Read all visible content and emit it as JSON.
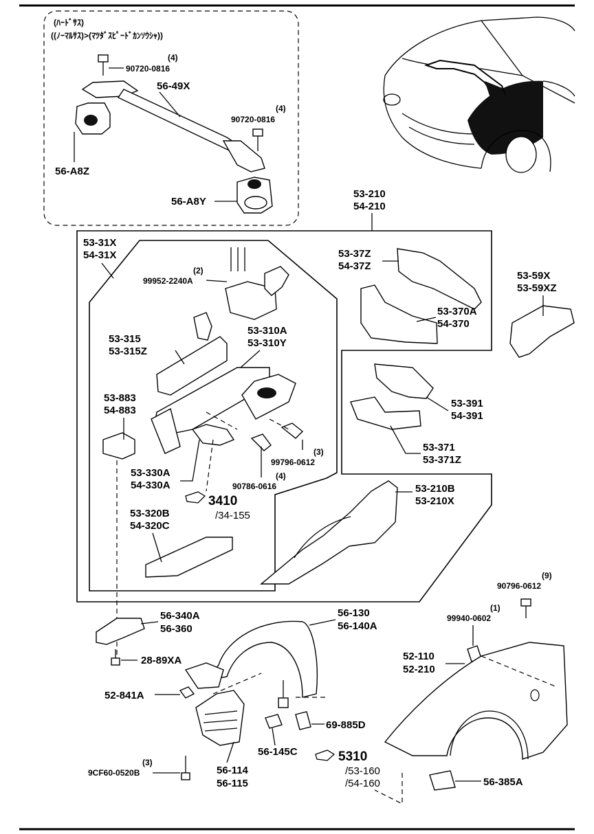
{
  "hardsus_box": {
    "note_line1": "(ﾊｰﾄﾞｻｽ)",
    "note_line2": "((ﾉｰﾏﾙｻｽ)>(ﾏﾂﾀﾞｽﾋﾟｰﾄﾞｶﾝｿｳｼｬ))",
    "bolt_top_qty": "(4)",
    "bolt_top": "90720-0816",
    "bar": "56-49X",
    "bolt_right_qty": "(4)",
    "bolt_right": "90720-0816",
    "bracket_left": "56-A8Z",
    "bracket_right": "56-A8Y"
  },
  "apron_group": {
    "label_line1": "53-210",
    "label_line2": "54-210",
    "frame": [
      "53-31X",
      "54-31X"
    ],
    "bolt_qty": "(2)",
    "bolt": "99952-2240A",
    "rail": [
      "53-315",
      "53-315Z"
    ],
    "member": [
      "53-310A",
      "53-310Y"
    ],
    "bracket": [
      "53-883",
      "54-883"
    ],
    "bolt2_qty": "(3)",
    "bolt2": "99796-0612",
    "bracket2": [
      "53-330A",
      "54-330A"
    ],
    "bolt3_qty": "(4)",
    "bolt3": "90786-0616",
    "ref_main": "3410",
    "ref_sub": "/34-155",
    "plate": [
      "53-320B",
      "54-320C"
    ],
    "upper_bracket": [
      "53-37Z",
      "54-37Z"
    ],
    "upper_bracket2": [
      "53-370A",
      "54-370"
    ],
    "lower_bracket": [
      "53-391",
      "54-391"
    ],
    "lower_bracket2": [
      "53-371",
      "53-371Z"
    ],
    "apron": [
      "53-210B",
      "53-210X"
    ]
  },
  "side_part": [
    "53-59X",
    "53-59XZ"
  ],
  "fender_group": {
    "bracket": [
      "56-340A",
      "56-360"
    ],
    "bolt": "28-89XA",
    "nut": "52-841A",
    "bolt2_qty": "(3)",
    "bolt2": "9CF60-0520B",
    "liner": [
      "56-130",
      "56-140A"
    ],
    "mudguard": [
      "56-114",
      "56-115"
    ],
    "clip": "56-145C",
    "clip2": "69-885D",
    "ref_main": "5310",
    "ref_sub1": "/53-160",
    "ref_sub2": "/54-160",
    "bolt3_qty": "(9)",
    "bolt3": "90796-0612",
    "nut2_qty": "(1)",
    "nut2": "99940-0602",
    "fender": [
      "52-110",
      "52-210"
    ],
    "pad": "56-385A"
  }
}
